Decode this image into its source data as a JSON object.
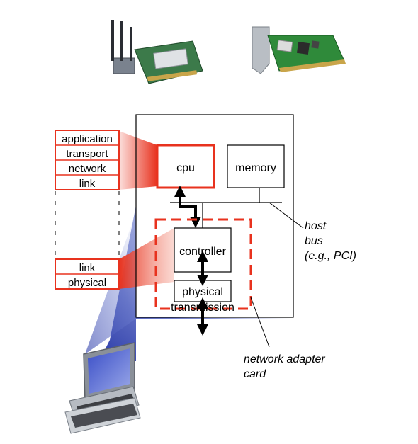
{
  "stack_top": [
    "application",
    "transport",
    "network",
    "link"
  ],
  "stack_bottom": [
    "link",
    "physical"
  ],
  "host": {
    "cpu": "cpu",
    "memory": "memory",
    "controller": "controller",
    "physical_line1": "physical",
    "physical_line2": "transmission"
  },
  "annotations": {
    "host_bus": [
      "host",
      "bus",
      "(e.g., PCI)"
    ],
    "adapter": [
      "network adapter",
      "card"
    ]
  },
  "colors": {
    "accent_red": "#e8321e",
    "beam_blue": "#3a4ab8",
    "line": "#000000"
  },
  "images": [
    "wireless-pci-card-icon",
    "ethernet-pci-card-icon",
    "desktop-computer-icon"
  ]
}
